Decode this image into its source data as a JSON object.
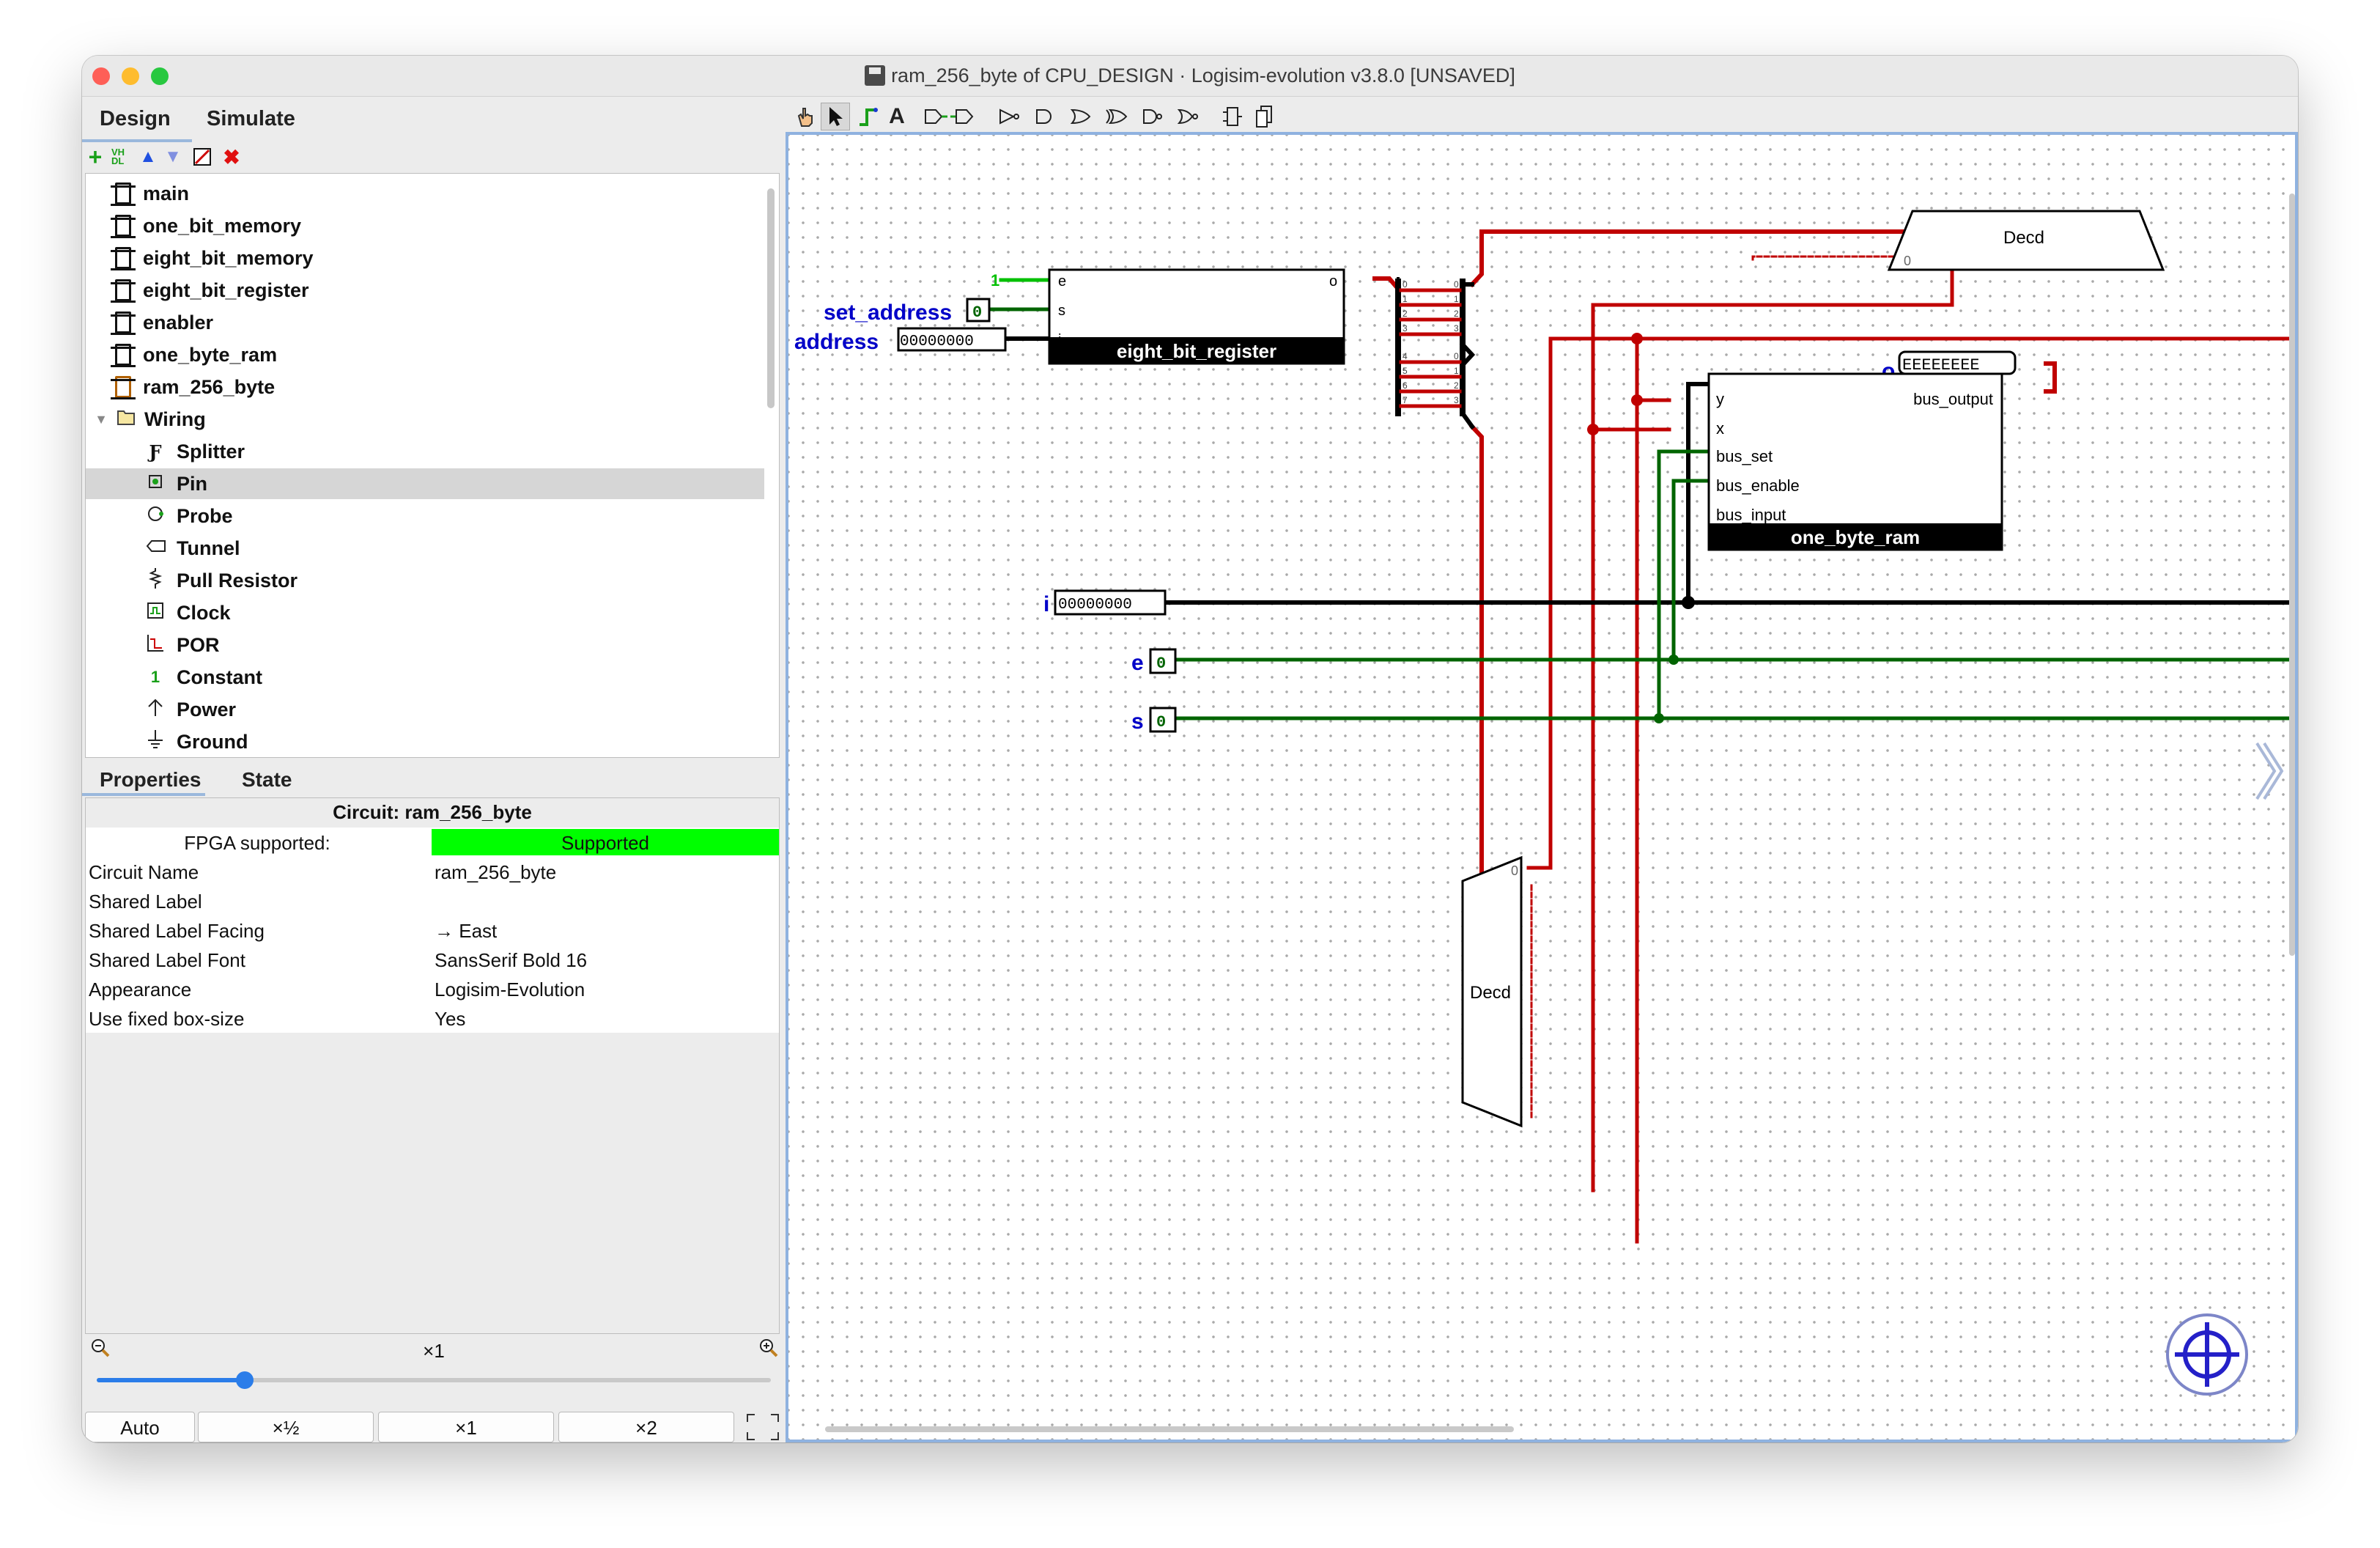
{
  "window": {
    "title": "ram_256_byte of CPU_DESIGN · Logisim-evolution v3.8.0 [UNSAVED]",
    "traffic_lights": [
      "#fe5f57",
      "#febc2e",
      "#28c840"
    ]
  },
  "top_tabs": {
    "design": "Design",
    "simulate": "Simulate"
  },
  "left_toolbar": {
    "add_icon": "plus-icon",
    "vhdl_icon_text": "VH DL",
    "up_icon": "arrow-up-icon",
    "down_icon": "arrow-down-icon",
    "edit_icon": "edit-appearance-icon",
    "delete_icon": "delete-icon"
  },
  "explorer": {
    "circuits": [
      "main",
      "one_bit_memory",
      "eight_bit_memory",
      "eight_bit_register",
      "enabler",
      "one_byte_ram",
      "ram_256_byte"
    ],
    "folder": "Wiring",
    "wiring_items": [
      "Splitter",
      "Pin",
      "Probe",
      "Tunnel",
      "Pull Resistor",
      "Clock",
      "POR",
      "Constant",
      "Power",
      "Ground"
    ],
    "selected": "Pin"
  },
  "mid_tabs": {
    "properties": "Properties",
    "state": "State"
  },
  "properties": {
    "title": "Circuit: ram_256_byte",
    "fpga_label": "FPGA supported:",
    "fpga_value": "Supported",
    "fpga_color": "#00ff00",
    "rows": [
      {
        "key": "Circuit Name",
        "value": "ram_256_byte"
      },
      {
        "key": "Shared Label",
        "value": ""
      },
      {
        "key": "Shared Label Facing",
        "value": "→ East"
      },
      {
        "key": "Shared Label Font",
        "value": "SansSerif Bold 16"
      },
      {
        "key": "Appearance",
        "value": "Logisim-Evolution"
      },
      {
        "key": "Use fixed box-size",
        "value": "Yes"
      }
    ]
  },
  "zoom": {
    "level_label": "×1",
    "slider_value": 0.22,
    "buttons": [
      "Auto",
      "×½",
      "×1",
      "×2"
    ]
  },
  "circuit": {
    "colors": {
      "bus": "#000000",
      "red_wire": "#c00000",
      "green_wire": "#006400",
      "pin_label": "#0000c8"
    },
    "pins": {
      "set_address": {
        "label": "set_address",
        "value": "0"
      },
      "address": {
        "label": "address",
        "value": "00000000"
      },
      "i": {
        "label": "i",
        "value": "00000000"
      },
      "e": {
        "label": "e",
        "value": "0"
      },
      "s": {
        "label": "s",
        "value": "0"
      },
      "o": {
        "label": "o",
        "value": "EEEEEEEE"
      },
      "constant": "1"
    },
    "register": {
      "name": "eight_bit_register",
      "ports": [
        "e",
        "s",
        "i",
        "o"
      ]
    },
    "ram": {
      "name": "one_byte_ram",
      "ports": [
        "y",
        "x",
        "bus_set",
        "bus_enable",
        "bus_input",
        "bus_output"
      ]
    },
    "decoder_top": {
      "label": "Decd",
      "port": "0"
    },
    "decoder_left": {
      "label": "Decd",
      "port": "0"
    },
    "splitter_labels": [
      "0",
      "1",
      "2",
      "3",
      "4",
      "5",
      "6",
      "7"
    ],
    "splitter_indices": [
      "0",
      "1",
      "2",
      "3",
      "0",
      "1",
      "2",
      "3"
    ]
  }
}
